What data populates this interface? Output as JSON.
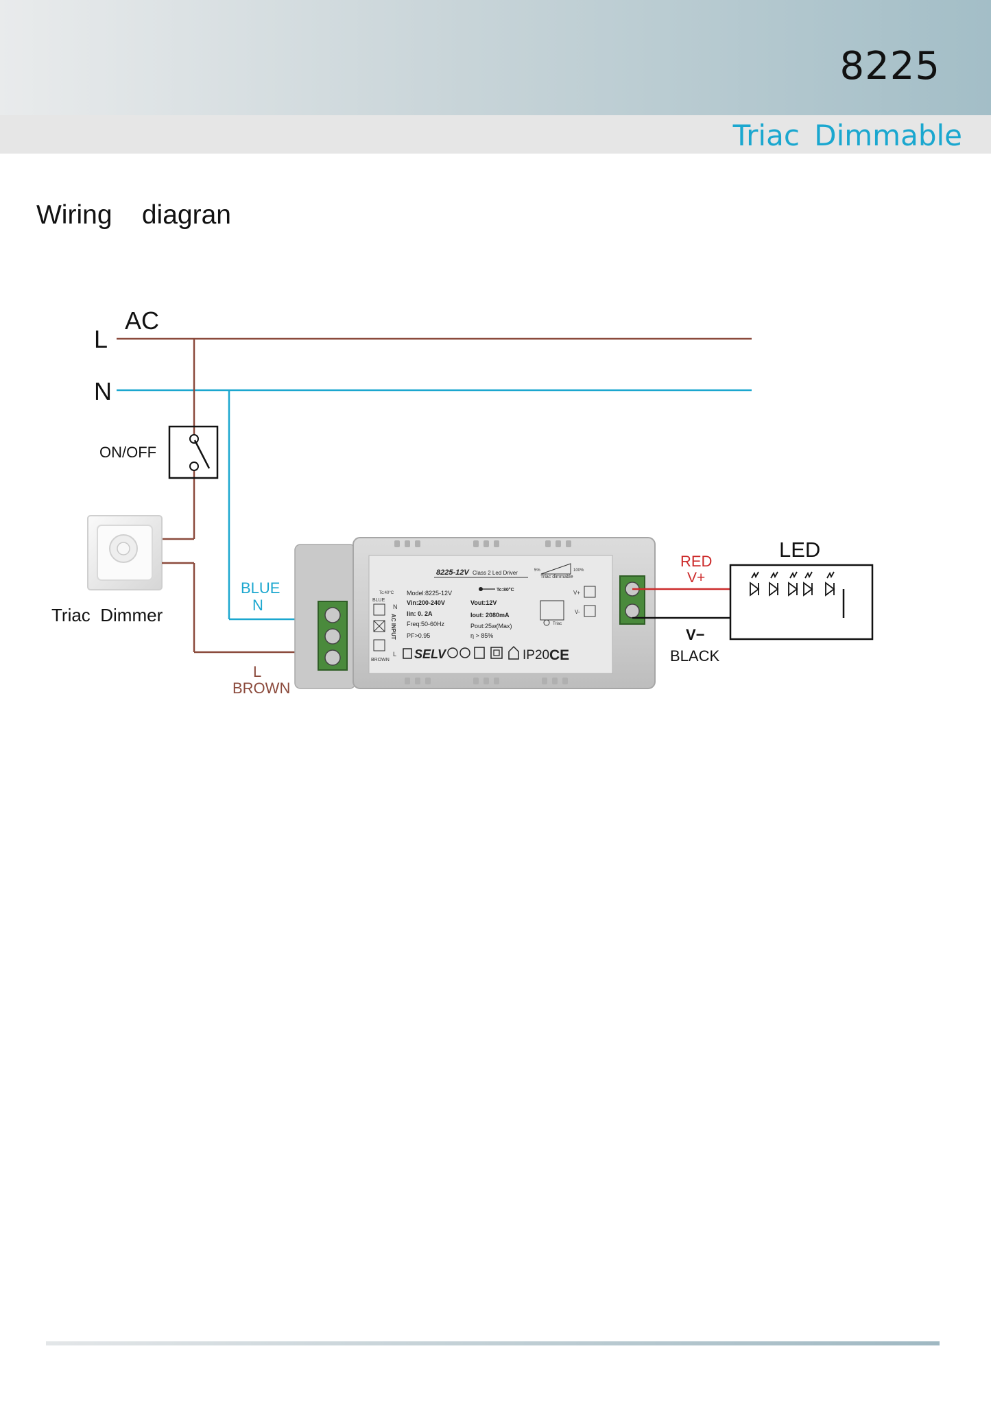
{
  "header": {
    "model_number": "8225",
    "subtitle": "Triac  Dimmable"
  },
  "section": {
    "title": "Wiring    diagran"
  },
  "diagram": {
    "ac_label": "AC",
    "line_label": "L",
    "neutral_label": "N",
    "switch_label": "ON/OFF",
    "dimmer_label": "Triac  Dimmer",
    "blue_wire_label": "BLUE",
    "blue_wire_sub": "N",
    "brown_wire_label": "L",
    "brown_wire_sub": "BROWN",
    "red_wire_label": "RED",
    "red_wire_sub": "V+",
    "black_wire_label": "V−",
    "black_wire_sub": "BLACK",
    "led_label": "LED",
    "driver": {
      "model_title": "8225-12V",
      "class_text": "Class 2 Led Driver",
      "dimming_low": "5%",
      "dimming_high": "100%",
      "dimming_text": "Triac dimmable",
      "tc_text": "Tc:40°C",
      "tc_point": "Tc:80°C",
      "model": "Model:8225-12V",
      "vin": "Vin:200-240V",
      "iin": "Iin: 0. 2A",
      "freq": "Freq:50-60Hz",
      "pf": "PF>0.95",
      "vout": "Vout:12V",
      "iout": "Iout: 2080mA",
      "pout": "Pout:25w(Max)",
      "eta": "η > 85%",
      "ac_input": "AC INPUT",
      "blue_small": "BLUE",
      "brown_small": "BROWN",
      "n_small": "N",
      "l_small": "L",
      "vplus_small": "V+",
      "vminus_small": "V-",
      "triac_small": "Triac",
      "marks": "SELV",
      "ip_rating": "IP20",
      "ce_mark": "CE"
    }
  },
  "colors": {
    "live_wire": "#8b4a3c",
    "neutral_wire": "#1ba7cf",
    "red_wire": "#cc2a2a",
    "black_wire": "#111111",
    "accent": "#1aa7cf"
  }
}
